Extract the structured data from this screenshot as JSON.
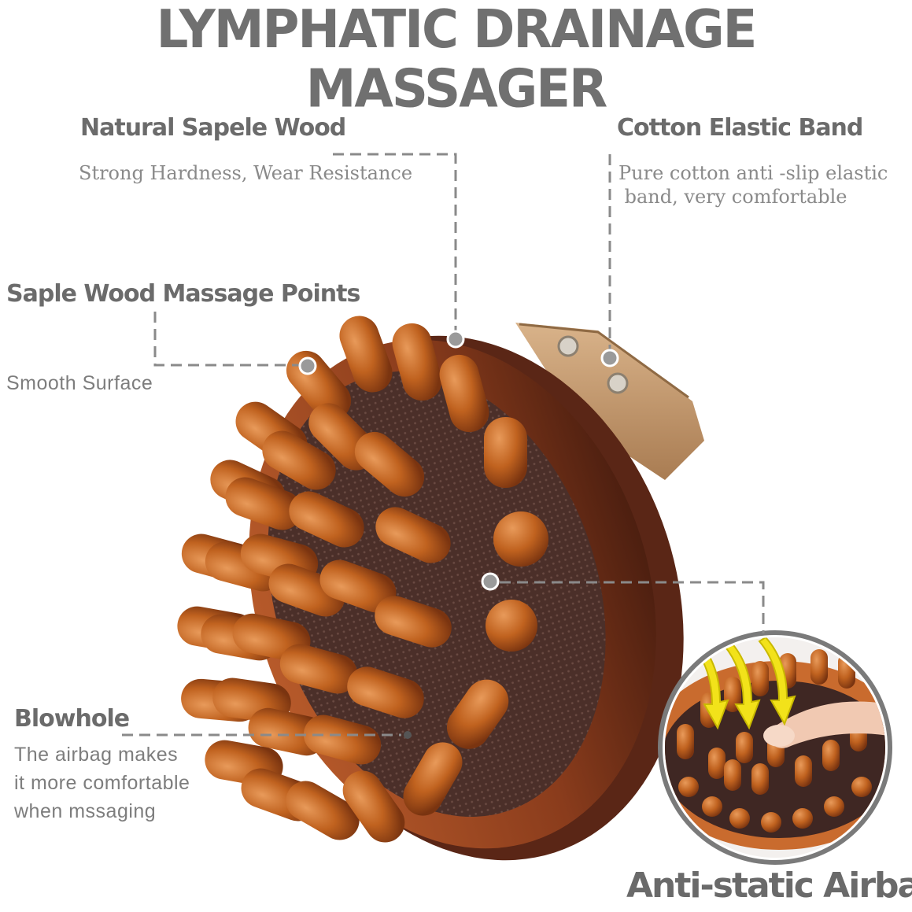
{
  "title": "LYMPHATIC DRAINAGE MASSAGER",
  "features": {
    "wood": {
      "heading": "Natural Sapele Wood",
      "desc": "Strong Hardness, Wear Resistance"
    },
    "band": {
      "heading": "Cotton Elastic Band",
      "desc_lines": [
        "Pure cotton anti -slip elastic",
        " band, very comfortable"
      ]
    },
    "points": {
      "heading": "Saple Wood Massage Points",
      "desc": "Smooth Surface"
    },
    "blowhole": {
      "heading": "Blowhole",
      "desc_lines": [
        "The airbag makes",
        "it more comfortable",
        "when mssaging"
      ]
    },
    "airbag": {
      "label": "Anti-static Airbag"
    }
  },
  "colors": {
    "text_dark": "#6b6b6b",
    "text_light": "#8a8a8a",
    "wood": "#b5561f",
    "wood_dark": "#5a2a16",
    "pad": "#4a2e28",
    "band": "#c9a27a",
    "arrow": "#f2e21a"
  }
}
